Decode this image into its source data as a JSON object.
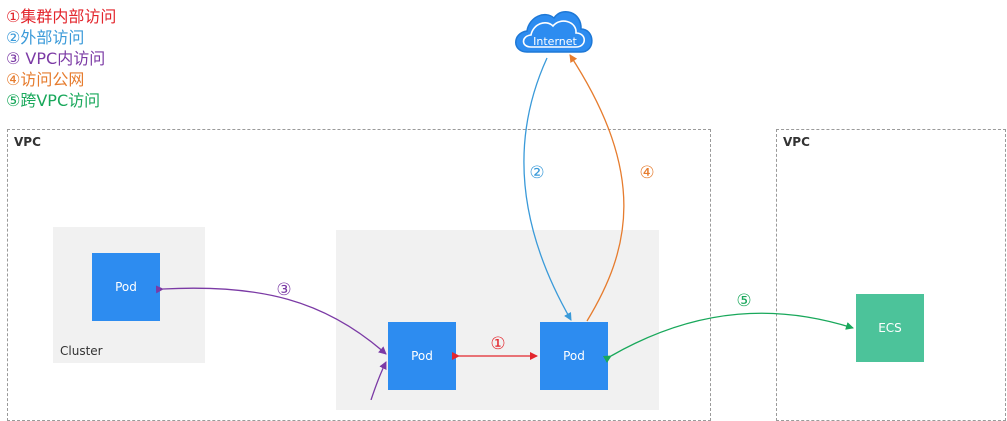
{
  "legend": [
    {
      "text": "①集群内部访问",
      "color": "#e3262d"
    },
    {
      "text": "②外部访问",
      "color": "#3a9ad9"
    },
    {
      "text": "③ VPC内访问",
      "color": "#7b3aa5"
    },
    {
      "text": "④访问公网",
      "color": "#e67c2e"
    },
    {
      "text": "⑤跨VPC访问",
      "color": "#19a85b"
    }
  ],
  "internet_label": "Internet",
  "vpc_left_label": "VPC",
  "vpc_right_label": "VPC",
  "cluster_label": "Cluster",
  "pod_left_label": "Pod",
  "pod_mid_label": "Pod",
  "pod_right_label": "Pod",
  "ecs_label": "ECS",
  "markers": {
    "m1": "①",
    "m2": "②",
    "m3": "③",
    "m4": "④",
    "m5": "⑤"
  },
  "colors": {
    "red": "#e3262d",
    "blue": "#3a9ad9",
    "purple": "#7b3aa5",
    "orange": "#e67c2e",
    "green": "#19a85b",
    "pod": "#2d8cf0",
    "ecs": "#4cc39a",
    "cloud": "#2d8cf0"
  }
}
